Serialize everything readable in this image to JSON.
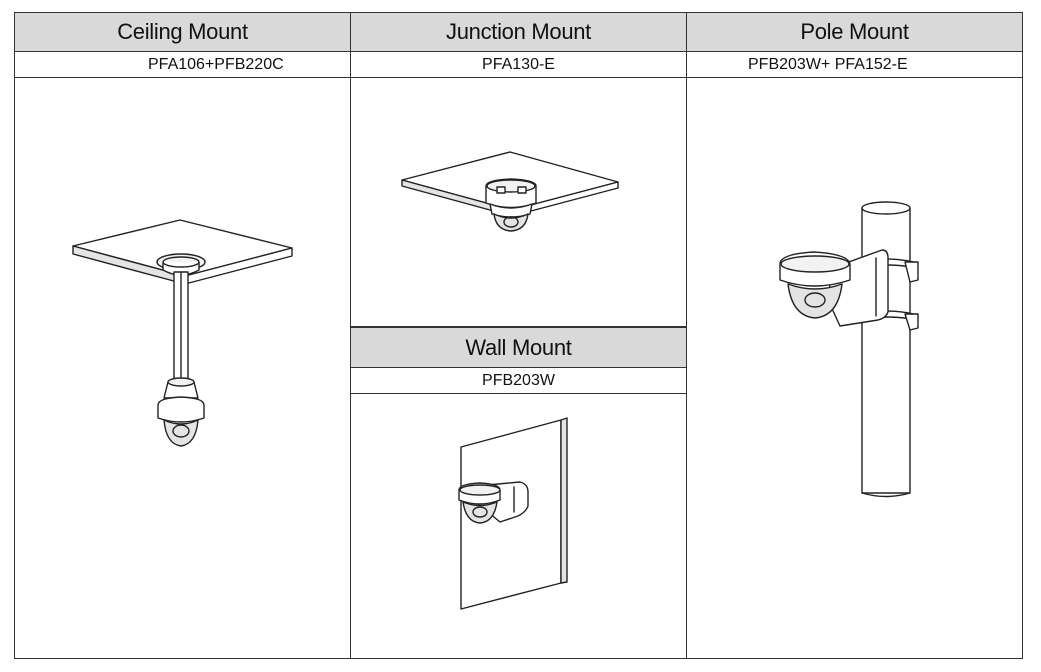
{
  "mounts": {
    "ceiling": {
      "title": "Ceiling Mount",
      "model": "PFA106+PFB220C"
    },
    "junction": {
      "title": "Junction Mount",
      "model": "PFA130-E"
    },
    "pole": {
      "title": "Pole Mount",
      "model": "PFB203W+ PFA152-E"
    },
    "wall": {
      "title": "Wall Mount",
      "model": "PFB203W"
    }
  }
}
